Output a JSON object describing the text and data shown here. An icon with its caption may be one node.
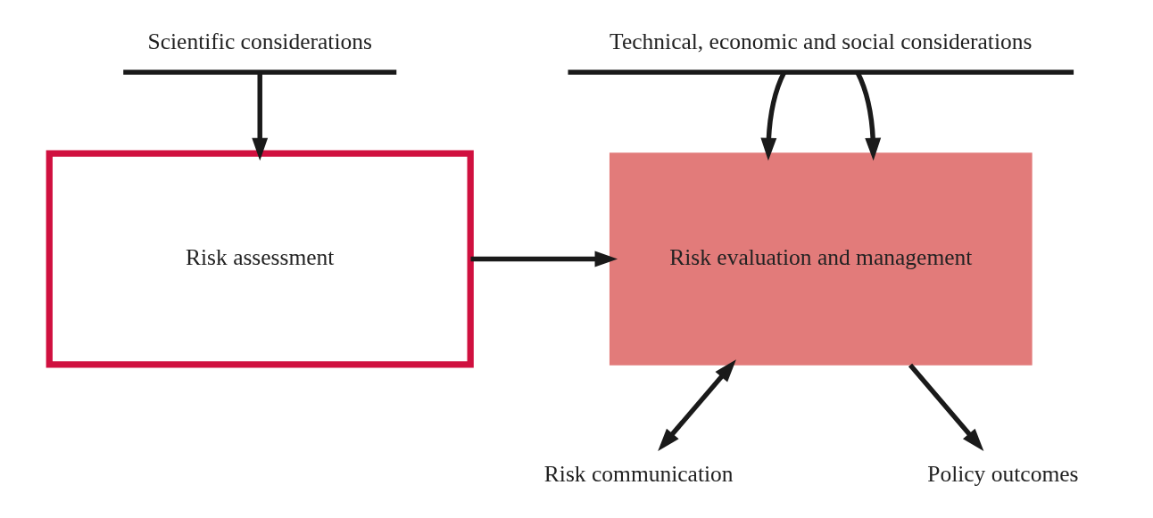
{
  "diagram": {
    "nodes": [
      {
        "text": [
          "Scientific considerations"
        ]
      },
      {
        "text": [
          "Technical, economic and social considerations"
        ]
      },
      {
        "text": [
          "Risk assessment"
        ]
      },
      {
        "text": [
          "Risk evaluation and management"
        ]
      },
      {
        "text": [
          "Risk communication"
        ]
      },
      {
        "text": [
          "Policy outcomes"
        ]
      }
    ],
    "edges": [
      {
        "from": 0,
        "to": 2,
        "arrow": "to"
      },
      {
        "from": 1,
        "to": 3,
        "arrow": "to"
      },
      {
        "from": 1,
        "to": 3,
        "arrow": "to"
      },
      {
        "from": 2,
        "to": 3,
        "arrow": "to"
      },
      {
        "from": 3,
        "to": 4,
        "arrow": "both"
      },
      {
        "from": 3,
        "to": 5,
        "arrow": "to"
      }
    ]
  }
}
